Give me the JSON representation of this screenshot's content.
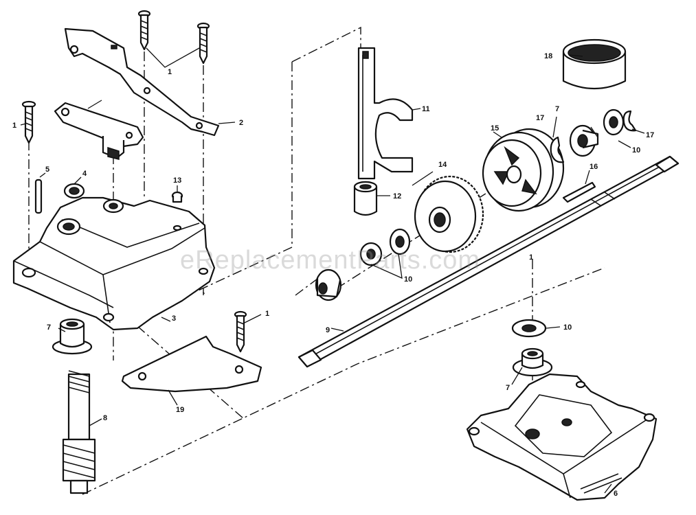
{
  "diagram": {
    "callouts": [
      {
        "id": "c1a",
        "label": "1"
      },
      {
        "id": "c1b",
        "label": "1"
      },
      {
        "id": "c1c",
        "label": "1"
      },
      {
        "id": "c1d",
        "label": "1"
      },
      {
        "id": "c2",
        "label": "2"
      },
      {
        "id": "c3",
        "label": "3"
      },
      {
        "id": "c4",
        "label": "4"
      },
      {
        "id": "c5",
        "label": "5"
      },
      {
        "id": "c6",
        "label": "6"
      },
      {
        "id": "c7a",
        "label": "7"
      },
      {
        "id": "c7b",
        "label": "7"
      },
      {
        "id": "c7c",
        "label": "7"
      },
      {
        "id": "c8",
        "label": "8"
      },
      {
        "id": "c9",
        "label": "9"
      },
      {
        "id": "c10a",
        "label": "10"
      },
      {
        "id": "c10b",
        "label": "10"
      },
      {
        "id": "c10c",
        "label": "10"
      },
      {
        "id": "c11",
        "label": "11"
      },
      {
        "id": "c12",
        "label": "12"
      },
      {
        "id": "c13",
        "label": "13"
      },
      {
        "id": "c14",
        "label": "14"
      },
      {
        "id": "c15",
        "label": "15"
      },
      {
        "id": "c16",
        "label": "16"
      },
      {
        "id": "c17a",
        "label": "17"
      },
      {
        "id": "c17b",
        "label": "17"
      },
      {
        "id": "c18",
        "label": "18"
      },
      {
        "id": "c19",
        "label": "19"
      }
    ],
    "watermark": "eReplacementParts.com"
  }
}
